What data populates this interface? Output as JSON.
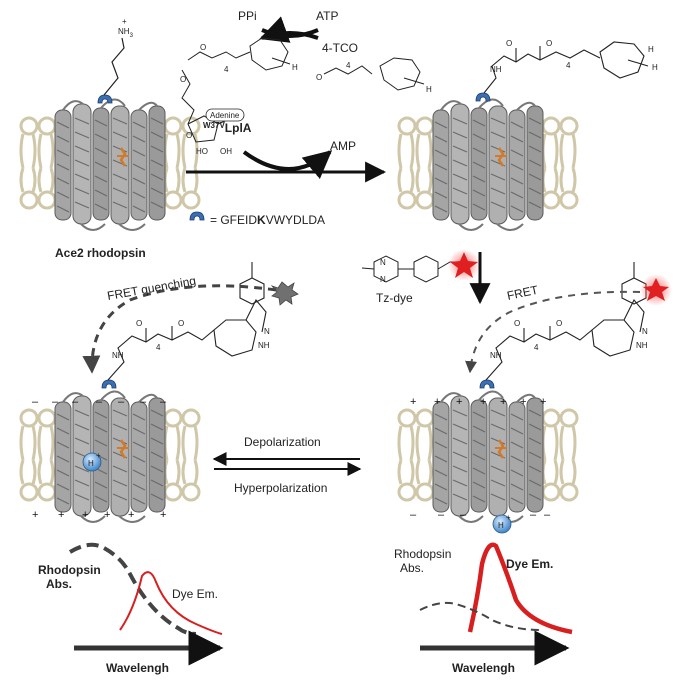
{
  "colors": {
    "membrane": "#cfc7a8",
    "helix": "#9a9a9a",
    "helix_dark": "#5a5a5a",
    "star": "#e02020",
    "star_gray": "#707070",
    "dye_curve": "#d81f1f",
    "abs_curve": "#444444",
    "tag_blue": "#3a6fb3",
    "retinal": "#d07a2a"
  },
  "reaction": {
    "ppi": "PPi",
    "atp": "ATP",
    "tco": "4-TCO",
    "adenine": "Adenine",
    "enzyme_super": "W37V",
    "enzyme": "LplA",
    "amp": "AMP",
    "tag_seq_pre": "= GFEID",
    "tag_seq_k": "K",
    "tag_seq_post": "VWYDLDA",
    "nh3": "NH",
    "nh3_sub": "3",
    "nh3_plus": "+"
  },
  "labels": {
    "ace2": "Ace2 rhodopsin",
    "tz_dye": "Tz-dye",
    "fret_quenching": "FRET  quenching",
    "fret": "FRET",
    "depolarization": "Depolarization",
    "hyperpolarization": "Hyperpolarization",
    "h_plus": "H",
    "h_plus_sup": "+",
    "nh": "NH",
    "h_atom": "H",
    "n_atom": "N",
    "o_atom": "O",
    "four": "4"
  },
  "plots": {
    "left": {
      "abs_label_1": "Rhodopsin",
      "abs_label_2": "Abs.",
      "em_label": "Dye Em.",
      "axis": "Wavelengh"
    },
    "right": {
      "abs_label_1": "Rhodopsin",
      "abs_label_2": "Abs.",
      "em_label": "Dye Em.",
      "axis": "Wavelengh"
    }
  }
}
